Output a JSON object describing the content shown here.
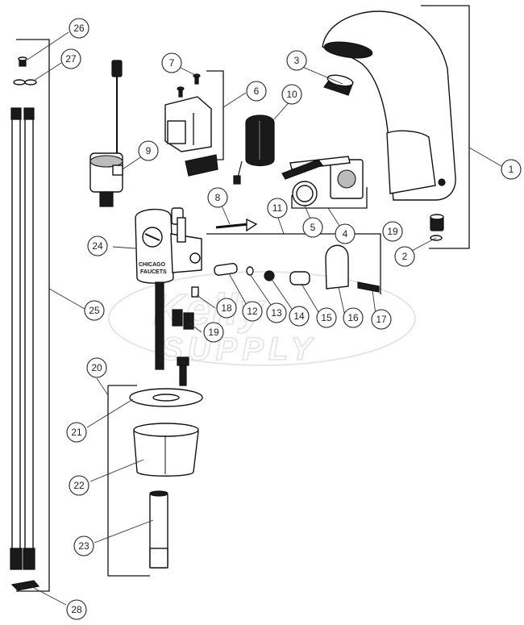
{
  "watermark": {
    "line1": "Kelly",
    "line2": "SUPPLY"
  },
  "housing_logo": {
    "line1": "CHICAGO",
    "line2": "FAUCETS"
  },
  "callouts": [
    "1",
    "2",
    "3",
    "4",
    "5",
    "6",
    "7",
    "8",
    "9",
    "10",
    "11",
    "12",
    "13",
    "14",
    "15",
    "16",
    "17",
    "18",
    "19",
    "19",
    "20",
    "21",
    "22",
    "23",
    "24",
    "25",
    "26",
    "27",
    "28"
  ]
}
